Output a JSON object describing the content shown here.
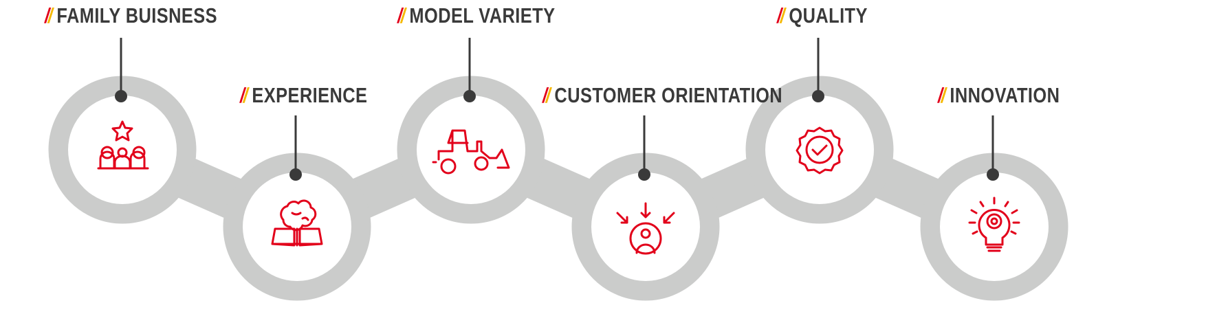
{
  "colors": {
    "accent_red": "#e2001a",
    "accent_yellow": "#f5b800",
    "text": "#3a3a3a",
    "track": "#cbcccb"
  },
  "label_prefix": "//",
  "steps": [
    {
      "label": "FAMILY BUISNESS",
      "icon": "family-star-icon"
    },
    {
      "label": "EXPERIENCE",
      "icon": "brain-book-icon"
    },
    {
      "label": "MODEL VARIETY",
      "icon": "loader-tractor-icon"
    },
    {
      "label": "CUSTOMER ORIENTATION",
      "icon": "customer-focus-icon"
    },
    {
      "label": "QUALITY",
      "icon": "quality-badge-icon"
    },
    {
      "label": "INNOVATION",
      "icon": "lightbulb-gear-icon"
    }
  ]
}
